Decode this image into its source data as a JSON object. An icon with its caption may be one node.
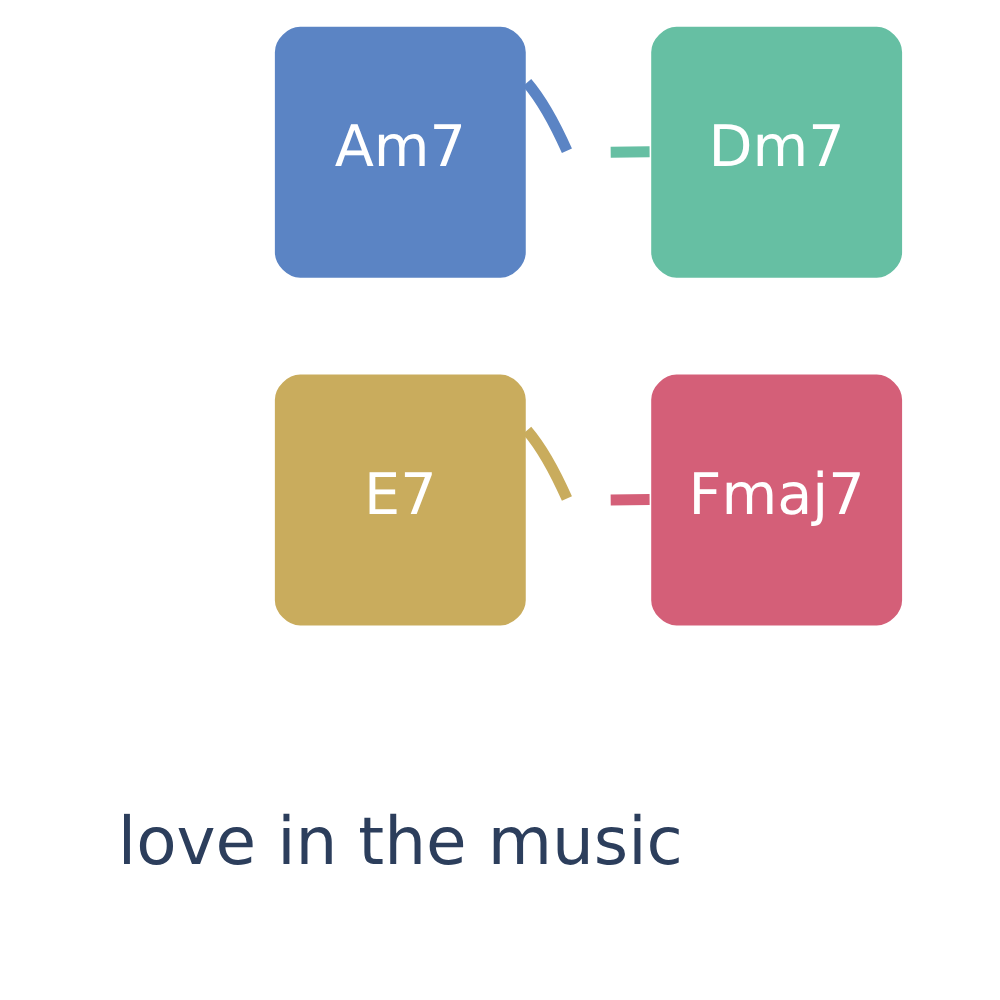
{
  "diagram": {
    "nodes": [
      {
        "text": [
          "Am7"
        ]
      },
      {
        "text": [
          "Dm7"
        ]
      },
      {
        "text": [
          "E7"
        ]
      },
      {
        "text": [
          "Fmaj7"
        ]
      }
    ],
    "edges": [
      {
        "from": 0,
        "to": null,
        "arrow": "none",
        "color": "#5b84c4"
      },
      {
        "from": 1,
        "to": null,
        "arrow": "none",
        "color": "#66bfa3"
      },
      {
        "from": 2,
        "to": null,
        "arrow": "none",
        "color": "#c9ac5d"
      },
      {
        "from": 3,
        "to": null,
        "arrow": "none",
        "color": "#d45f78"
      }
    ],
    "labels": [
      "love in the music"
    ]
  }
}
